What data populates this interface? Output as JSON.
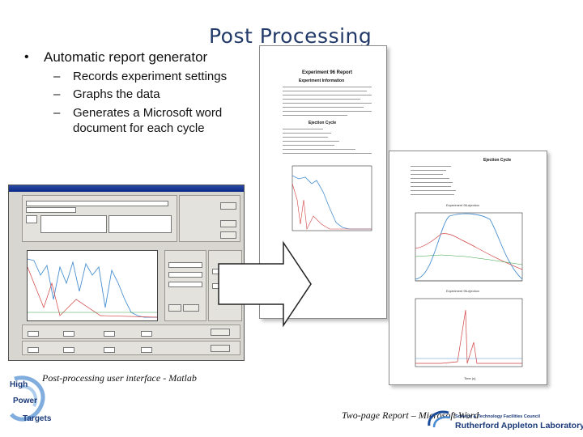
{
  "slide": {
    "title": "Post Processing",
    "bullet": "Automatic report generator",
    "subpoints": [
      "Records experiment settings",
      "Graphs the data",
      "Generates a Microsoft word document for each cycle"
    ],
    "caption_left": "Post-processing user interface - Matlab",
    "caption_right": "Two-page Report – Microsoft Word"
  },
  "report_page1": {
    "heading": "Experiment 96 Report",
    "section1": "Experiment Information",
    "section2": "Ejection Cycle"
  },
  "report_page2": {
    "heading": "Ejection Cycle",
    "plot1_title": "Experiment 96-ejection",
    "plot2_title": "Experiment 96-ejection",
    "xlabel": "Time (s)"
  },
  "logos": {
    "left_lines": [
      "High",
      "Power",
      "Targets"
    ],
    "right_line1": "Science & Technology Facilities Council",
    "right_line2": "Rutherford Appleton Laboratory"
  },
  "colors": {
    "title": "#223a6a",
    "matlab_title_bar": "#0a2a86",
    "plot_blue": "#4a90d0",
    "plot_red": "#d04040",
    "plot_green": "#30a040"
  }
}
